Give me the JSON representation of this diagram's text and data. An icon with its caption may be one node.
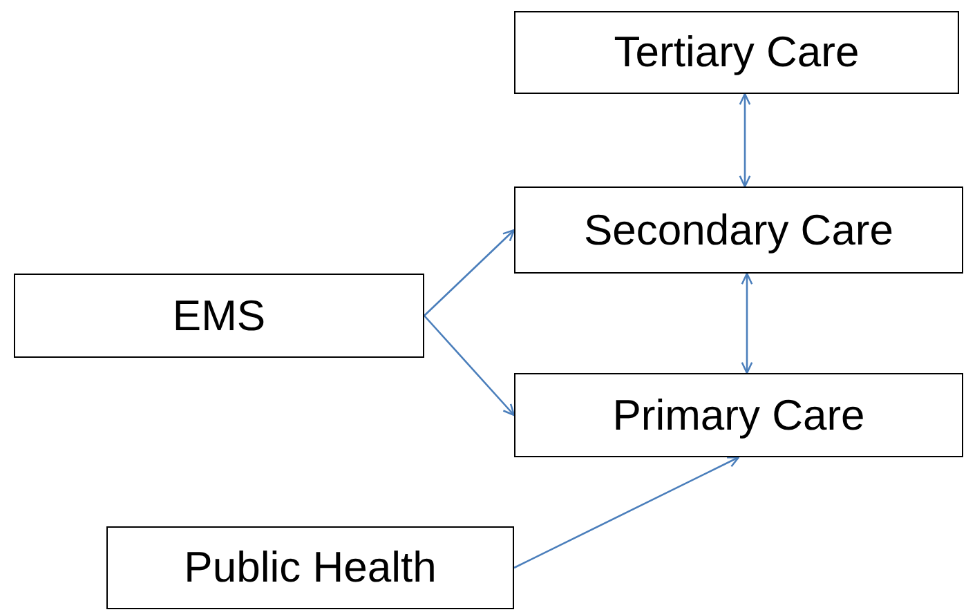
{
  "diagram": {
    "nodes": [
      {
        "text": [
          "Tertiary Care"
        ]
      },
      {
        "text": [
          "Secondary Care"
        ]
      },
      {
        "text": [
          "EMS"
        ]
      },
      {
        "text": [
          "Primary Care"
        ]
      },
      {
        "text": [
          "Public Health"
        ]
      }
    ],
    "edges": [
      {
        "from": 0,
        "to": 1,
        "arrow": "both"
      },
      {
        "from": 1,
        "to": 3,
        "arrow": "both"
      },
      {
        "from": 2,
        "to": 1,
        "arrow": "to"
      },
      {
        "from": 2,
        "to": 3,
        "arrow": "to"
      },
      {
        "from": 4,
        "to": 3,
        "arrow": "to"
      }
    ]
  }
}
